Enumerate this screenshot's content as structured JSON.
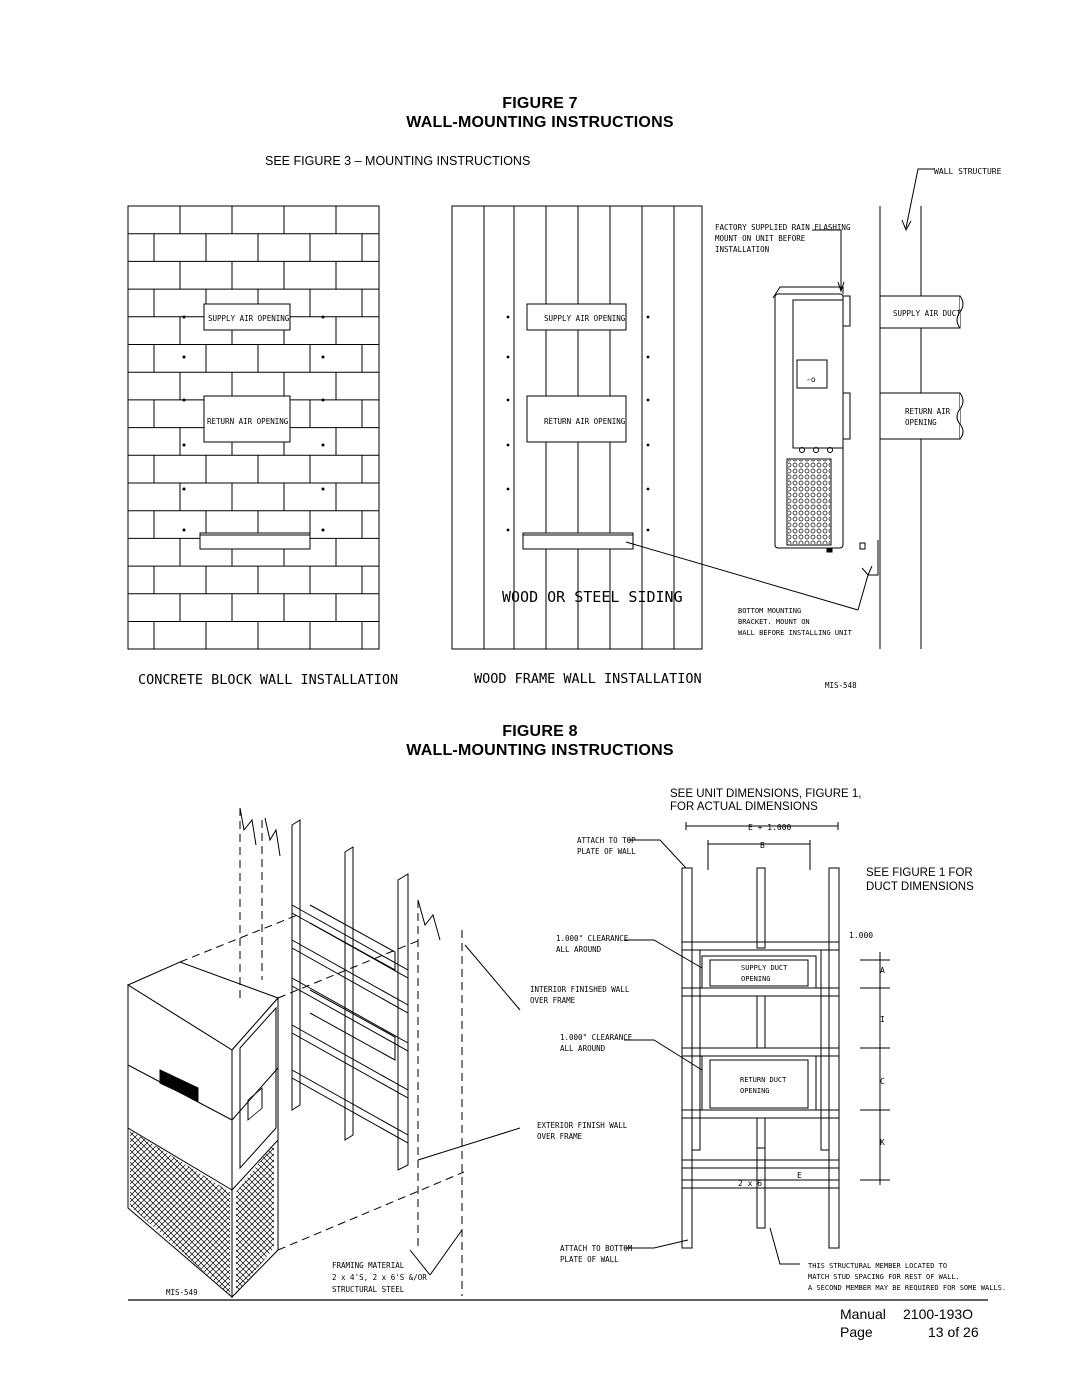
{
  "figure7": {
    "figure_label": "FIGURE  7",
    "title": "WALL-MOUNTING INSTRUCTIONS",
    "see_note": "SEE FIGURE 3  –  MOUNTING INSTRUCTIONS",
    "wall_structure": "WALL STRUCTURE",
    "rain_flashing": [
      "FACTORY SUPPLIED RAIN FLASHING",
      "MOUNT ON UNIT BEFORE",
      "INSTALLATION"
    ],
    "supply_air_opening": "SUPPLY AIR OPENING",
    "return_air_opening": "RETURN AIR OPENING",
    "supply_air_duct": "SUPPLY AIR DUCT",
    "return_air_opening_duct": [
      "RETURN AIR",
      "OPENING"
    ],
    "wood_or_steel_siding": "WOOD OR STEEL SIDING",
    "bottom_bracket": [
      "BOTTOM MOUNTING",
      "BRACKET.  MOUNT ON",
      "WALL BEFORE INSTALLING UNIT"
    ],
    "concrete_caption": "CONCRETE BLOCK WALL INSTALLATION",
    "wood_caption": "WOOD FRAME WALL INSTALLATION",
    "drawing_number": "MIS-548"
  },
  "figure8": {
    "figure_label": "FIGURE  8",
    "title": "WALL-MOUNTING INSTRUCTIONS",
    "see_unit_dims": [
      "SEE UNIT DIMENSIONS, FIGURE 1,",
      "FOR ACTUAL DIMENSIONS"
    ],
    "see_duct_dims": [
      "SEE FIGURE 1 FOR",
      "DUCT DIMENSIONS"
    ],
    "attach_top": [
      "ATTACH TO TOP",
      "PLATE OF WALL"
    ],
    "clearance_1": [
      "1.000\" CLEARANCE",
      "ALL AROUND"
    ],
    "interior_finish": [
      "INTERIOR FINISHED WALL",
      "OVER FRAME"
    ],
    "clearance_2": [
      "1.000\" CLEARANCE",
      "ALL AROUND"
    ],
    "exterior_finish": [
      "EXTERIOR FINISH WALL",
      "OVER FRAME"
    ],
    "attach_bottom": [
      "ATTACH TO BOTTOM",
      "PLATE OF WALL"
    ],
    "framing_material": [
      "FRAMING MATERIAL",
      "2 x 4'S, 2 x 6'S &/OR",
      "STRUCTURAL STEEL"
    ],
    "structural_member": [
      "THIS STRUCTURAL MEMBER LOCATED TO",
      "MATCH STUD SPACING FOR REST OF WALL.",
      "A SECOND MEMBER MAY BE REQUIRED FOR SOME WALLS."
    ],
    "supply_duct_opening": [
      "SUPPLY DUCT",
      "OPENING"
    ],
    "return_duct_opening": [
      "RETURN DUCT",
      "OPENING"
    ],
    "dim_e_plus": "E + 1.000",
    "dim_b": "B",
    "dim_1000": "1.000",
    "dim_a": "A",
    "dim_i": "I",
    "dim_c": "C",
    "dim_k": "K",
    "dim_e": "E",
    "two_by_six": "2 x 6",
    "drawing_number": "MIS-549"
  },
  "footer": {
    "manual_label": "Manual",
    "manual_number": "2100-193O",
    "page_label": "Page",
    "page_value": "13 of 26"
  }
}
